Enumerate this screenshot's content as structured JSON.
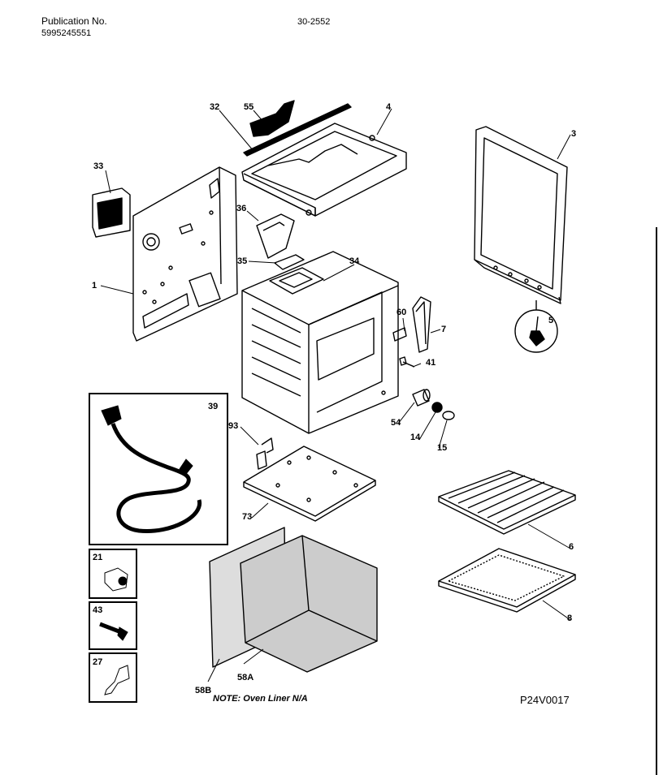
{
  "header": {
    "publication_label": "Publication No.",
    "publication_number": "5995245551",
    "model": "30-2552"
  },
  "callouts": [
    "32",
    "55",
    "4",
    "3",
    "33",
    "36",
    "35",
    "34",
    "1",
    "60",
    "7",
    "5",
    "41",
    "54",
    "14",
    "15",
    "39",
    "93",
    "73",
    "6",
    "21",
    "43",
    "27",
    "58B",
    "58A",
    "8"
  ],
  "footer": {
    "note": "NOTE: Oven Liner N/A",
    "diagram_code": "P24V0017"
  }
}
